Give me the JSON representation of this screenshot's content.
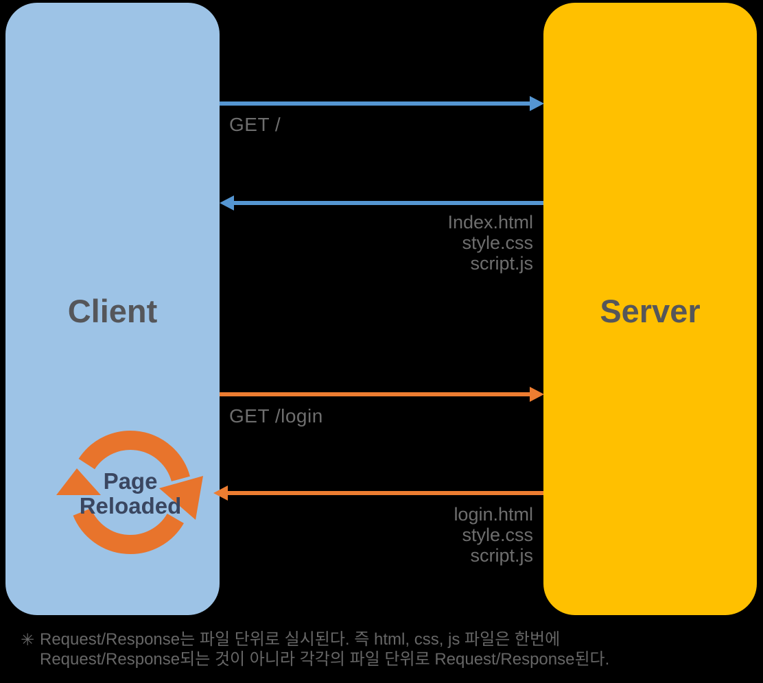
{
  "client": {
    "label": "Client",
    "color": "#9DC3E6"
  },
  "server": {
    "label": "Server",
    "color": "#FFC000"
  },
  "messages": {
    "get_root": {
      "label": "GET /"
    },
    "response_root": {
      "files": [
        "Index.html",
        "style.css",
        "script.js"
      ]
    },
    "get_login": {
      "label": "GET /login"
    },
    "response_login": {
      "files": [
        "login.html",
        "style.css",
        "script.js"
      ]
    }
  },
  "reload_badge": {
    "line1": "Page",
    "line2": "Reloaded"
  },
  "footnote": {
    "marker": "✳",
    "line1": "Request/Response는 파일 단위로 실시된다. 즉 html, css, js 파일은 한번에",
    "line2": "Request/Response되는 것이 아니라 각각의 파일 단위로 Request/Response된다."
  },
  "colors": {
    "background": "#000000",
    "arrow_blue": "#5596D2",
    "arrow_orange": "#ED7D31",
    "reload_icon_orange": "#E8742C",
    "box_label_gray": "#55565A",
    "message_label_gray": "#6E6E6E",
    "badge_text_navy": "#3A4660",
    "footnote_gray": "#666666"
  }
}
